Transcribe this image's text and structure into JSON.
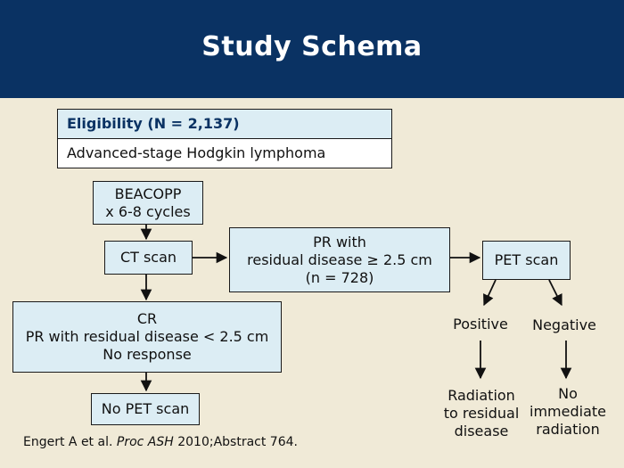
{
  "title": "Study Schema",
  "eligibility": {
    "header": "Eligibility (N = 2,137)",
    "description": "Advanced-stage Hodgkin lymphoma"
  },
  "beacopp": {
    "line1": "BEACOPP",
    "line2": "x 6-8 cycles"
  },
  "ct_scan": "CT scan",
  "pr_residual": {
    "line1": "PR with",
    "line2": "residual disease ≥ 2.5 cm",
    "line3": "(n = 728)"
  },
  "pet_scan": "PET scan",
  "cr_group": {
    "line1": "CR",
    "line2": "PR with residual disease < 2.5 cm",
    "line3": "No response"
  },
  "no_pet_scan": "No PET scan",
  "positive": "Positive",
  "negative": "Negative",
  "radiation": {
    "line1": "Radiation",
    "line2": "to residual",
    "line3": "disease"
  },
  "no_radiation": {
    "line1": "No",
    "line2": "immediate",
    "line3": "radiation"
  },
  "reference": {
    "authors": "Engert A et al.",
    "journal": "Proc ASH",
    "rest": "2010;Abstract 764."
  }
}
